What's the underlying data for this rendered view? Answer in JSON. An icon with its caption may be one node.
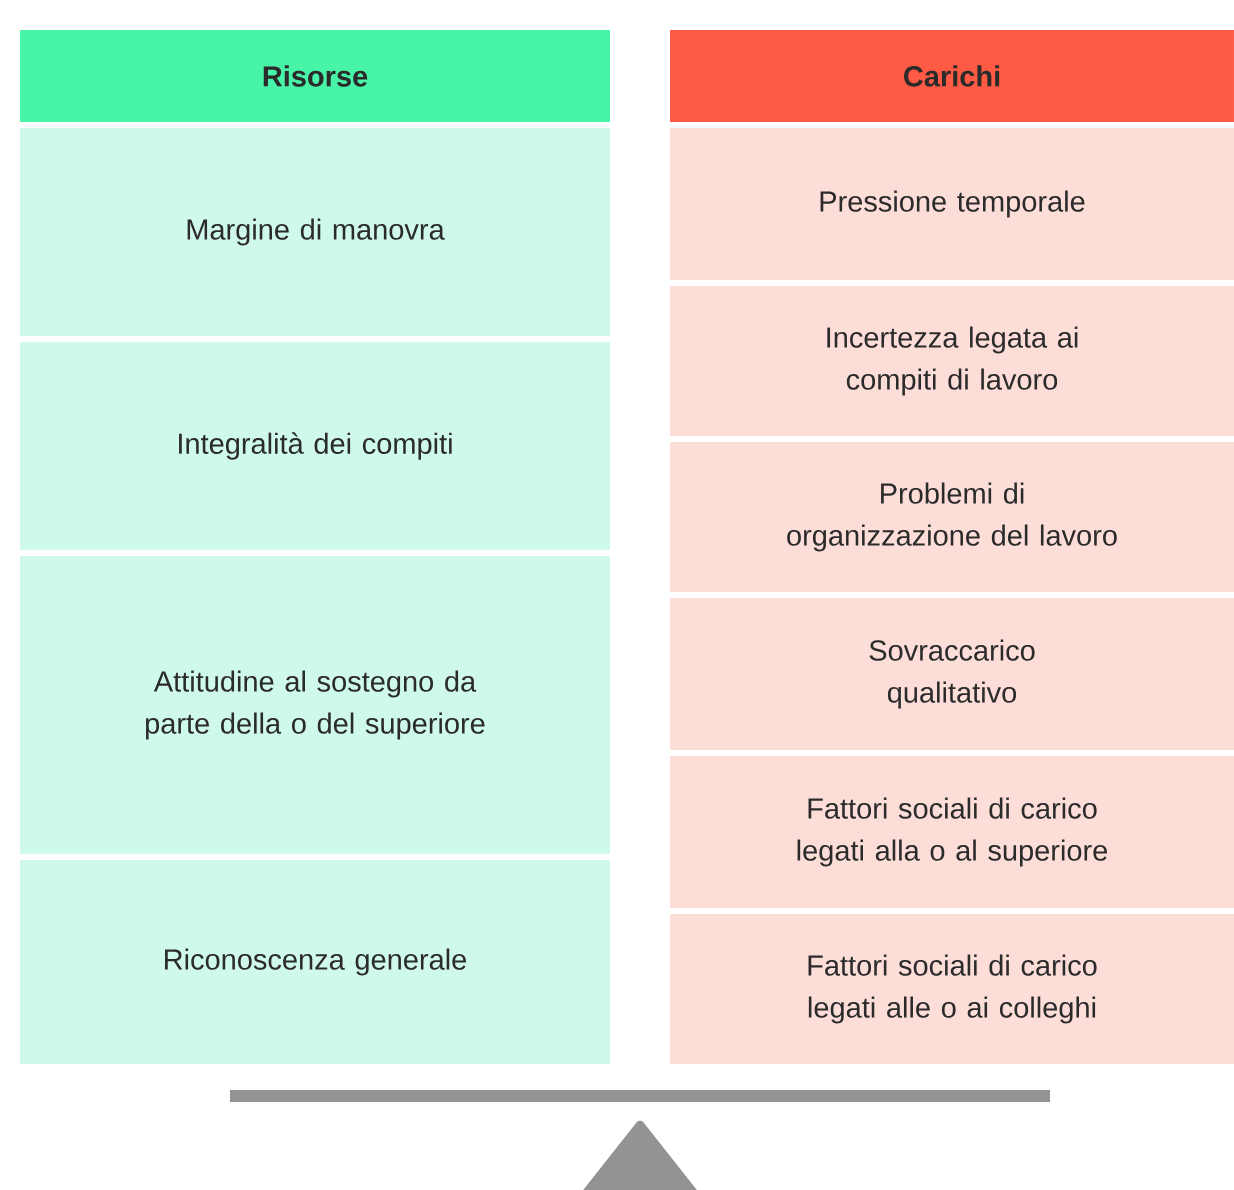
{
  "diagram": {
    "nodes": [
      {
        "text": [
          "Risorse"
        ]
      },
      {
        "text": [
          "Carichi"
        ]
      },
      {
        "text": [
          "Margine di manovra"
        ]
      },
      {
        "text": [
          "Integralità dei compiti"
        ]
      },
      {
        "text": [
          "Attitudine al sostegno da parte della o del superiore"
        ]
      },
      {
        "text": [
          "Riconoscenza generale"
        ]
      },
      {
        "text": [
          "Pressione temporale"
        ]
      },
      {
        "text": [
          "Incertezza legata ai compiti di lavoro"
        ]
      },
      {
        "text": [
          "Problemi di organizzazione del lavoro"
        ]
      },
      {
        "text": [
          "Sovraccarico qualitativo"
        ]
      },
      {
        "text": [
          "Fattori sociali di carico legati alla o al superiore"
        ]
      },
      {
        "text": [
          "Fattori sociali di carico legati alle o ai colleghi"
        ]
      }
    ]
  }
}
